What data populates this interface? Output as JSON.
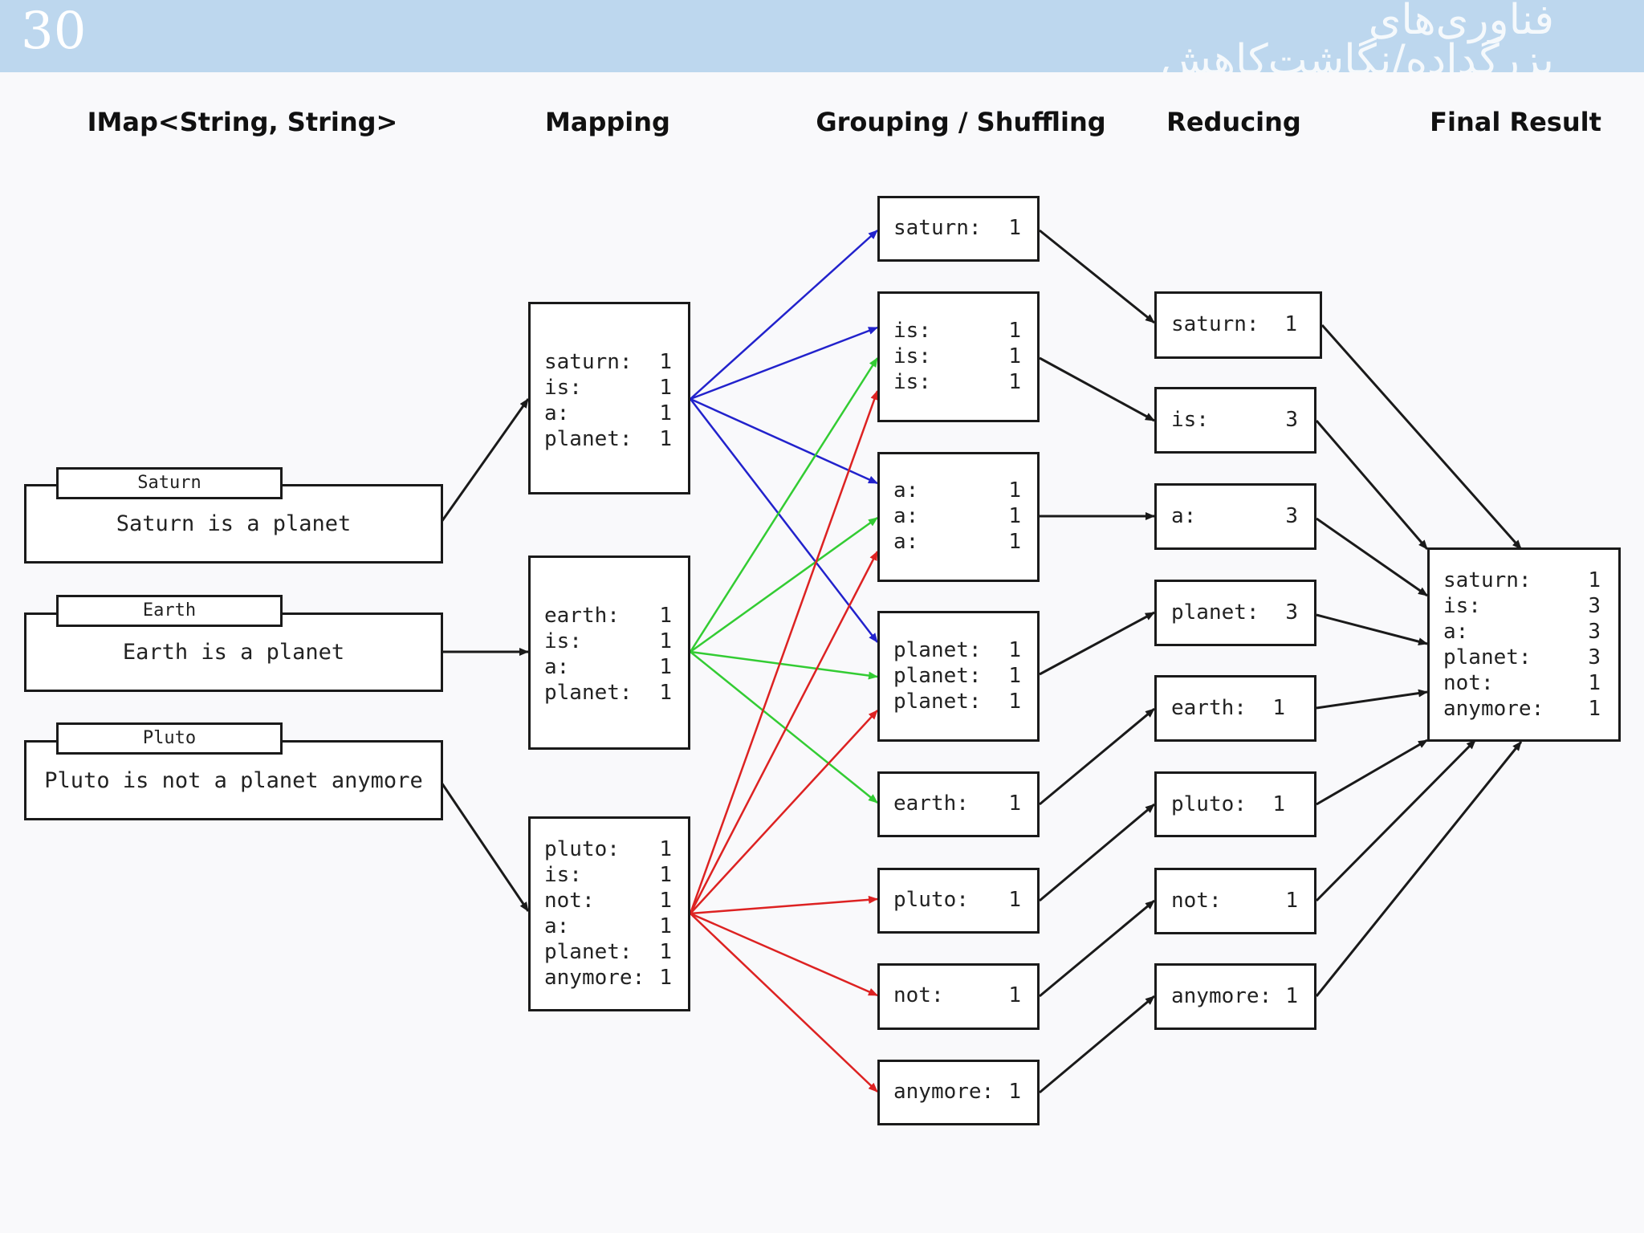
{
  "slide": {
    "number": "30",
    "title_line1": "فناوری‌های",
    "title_line2": "بزرگداده/نگاشت‌کاهش"
  },
  "columns": {
    "input": "IMap<String, String>",
    "mapping": "Mapping",
    "grouping": "Grouping / Shuffling",
    "reducing": "Reducing",
    "final": "Final Result"
  },
  "inputs": [
    {
      "key": "Saturn",
      "value": "Saturn is a planet"
    },
    {
      "key": "Earth",
      "value": "Earth is a planet"
    },
    {
      "key": "Pluto",
      "value": "Pluto is not a planet anymore"
    }
  ],
  "mappers": [
    {
      "rows": [
        {
          "k": "saturn:",
          "v": "1"
        },
        {
          "k": "is:",
          "v": "1"
        },
        {
          "k": "a:",
          "v": "1"
        },
        {
          "k": "planet:",
          "v": "1"
        }
      ]
    },
    {
      "rows": [
        {
          "k": "earth:",
          "v": "1"
        },
        {
          "k": "is:",
          "v": "1"
        },
        {
          "k": "a:",
          "v": "1"
        },
        {
          "k": "planet:",
          "v": "1"
        }
      ]
    },
    {
      "rows": [
        {
          "k": "pluto:",
          "v": "1"
        },
        {
          "k": "is:",
          "v": "1"
        },
        {
          "k": "not:",
          "v": "1"
        },
        {
          "k": "a:",
          "v": "1"
        },
        {
          "k": "planet:",
          "v": "1"
        },
        {
          "k": "anymore:",
          "v": "1"
        }
      ]
    }
  ],
  "groups": [
    {
      "rows": [
        {
          "k": "saturn:",
          "v": "1"
        }
      ]
    },
    {
      "rows": [
        {
          "k": "is:",
          "v": "1"
        },
        {
          "k": "is:",
          "v": "1"
        },
        {
          "k": "is:",
          "v": "1"
        }
      ]
    },
    {
      "rows": [
        {
          "k": "a:",
          "v": "1"
        },
        {
          "k": "a:",
          "v": "1"
        },
        {
          "k": "a:",
          "v": "1"
        }
      ]
    },
    {
      "rows": [
        {
          "k": "planet:",
          "v": "1"
        },
        {
          "k": "planet:",
          "v": "1"
        },
        {
          "k": "planet:",
          "v": "1"
        }
      ]
    },
    {
      "rows": [
        {
          "k": "earth:",
          "v": "1"
        }
      ]
    },
    {
      "rows": [
        {
          "k": "pluto:",
          "v": "1"
        }
      ]
    },
    {
      "rows": [
        {
          "k": "not:",
          "v": "1"
        }
      ]
    },
    {
      "rows": [
        {
          "k": "anymore:",
          "v": "1"
        }
      ]
    }
  ],
  "reducers": [
    {
      "k": "saturn:",
      "v": "1"
    },
    {
      "k": "is:",
      "v": "3"
    },
    {
      "k": "a:",
      "v": "3"
    },
    {
      "k": "planet:",
      "v": "3"
    },
    {
      "k": "earth:",
      "v": "1"
    },
    {
      "k": "pluto:",
      "v": "1"
    },
    {
      "k": "not:",
      "v": "1"
    },
    {
      "k": "anymore:",
      "v": "1"
    }
  ],
  "final_result": [
    {
      "k": "saturn:",
      "v": "1"
    },
    {
      "k": "is:",
      "v": "3"
    },
    {
      "k": "a:",
      "v": "3"
    },
    {
      "k": "planet:",
      "v": "3"
    },
    {
      "k": "not:",
      "v": "1"
    },
    {
      "k": "anymore:",
      "v": "1"
    }
  ],
  "colors": {
    "header_bg": "#bdd7ee",
    "saturn_edges": "#2222cc",
    "earth_edges": "#33cc33",
    "pluto_edges": "#dd2222",
    "neutral_edges": "#1a1a1a"
  }
}
